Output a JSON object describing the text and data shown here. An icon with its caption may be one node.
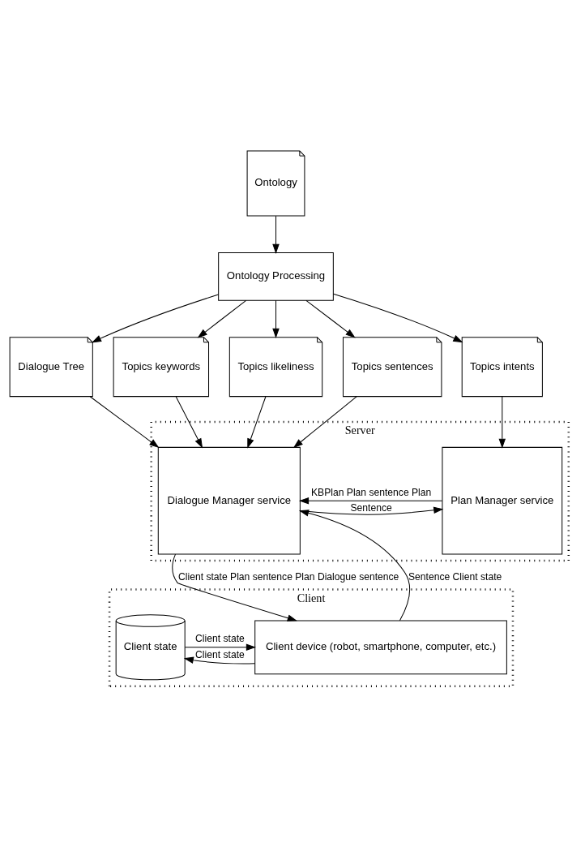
{
  "diagram": {
    "nodes": [
      {
        "text": [
          "Ontology"
        ]
      },
      {
        "text": [
          "Ontology Processing"
        ]
      },
      {
        "text": [
          "Dialogue Tree"
        ]
      },
      {
        "text": [
          "Topics keywords"
        ]
      },
      {
        "text": [
          "Topics likeliness"
        ]
      },
      {
        "text": [
          "Topics sentences"
        ]
      },
      {
        "text": [
          "Topics intents"
        ]
      },
      {
        "text": [
          "Server"
        ]
      },
      {
        "text": [
          "Dialogue Manager service"
        ],
        "in": 7
      },
      {
        "text": [
          "Plan Manager service"
        ],
        "in": 7
      },
      {
        "text": [
          "Client"
        ]
      },
      {
        "text": [
          "Client device (robot, smartphone, computer, etc.)"
        ],
        "in": 10
      },
      {
        "text": [
          "Client state"
        ],
        "in": 10
      }
    ],
    "edges": [
      {
        "from": 0,
        "to": 1,
        "arrow": "to"
      },
      {
        "from": 1,
        "to": 2,
        "arrow": "to"
      },
      {
        "from": 1,
        "to": 3,
        "arrow": "to"
      },
      {
        "from": 1,
        "to": 4,
        "arrow": "to"
      },
      {
        "from": 1,
        "to": 5,
        "arrow": "to"
      },
      {
        "from": 1,
        "to": 6,
        "arrow": "to"
      },
      {
        "from": 2,
        "to": 8,
        "arrow": "to"
      },
      {
        "from": 3,
        "to": 8,
        "arrow": "to"
      },
      {
        "from": 4,
        "to": 8,
        "arrow": "to"
      },
      {
        "from": 5,
        "to": 8,
        "arrow": "to"
      },
      {
        "from": 6,
        "to": 9,
        "arrow": "to"
      },
      {
        "from": 8,
        "to": 9,
        "arrow": "to",
        "label": "Sentence"
      },
      {
        "from": 9,
        "to": 8,
        "arrow": "to",
        "label": "KBPlan Plan sentence Plan"
      },
      {
        "from": 11,
        "to": 8,
        "arrow": "to",
        "label": "Sentence Client state"
      },
      {
        "from": 8,
        "to": 11,
        "arrow": "to",
        "label": "Client state Plan sentence Plan Dialogue sentence"
      },
      {
        "from": 12,
        "to": 11,
        "arrow": "to",
        "label": "Client state"
      },
      {
        "from": 11,
        "to": 12,
        "arrow": "to",
        "label": "Client state"
      }
    ]
  }
}
